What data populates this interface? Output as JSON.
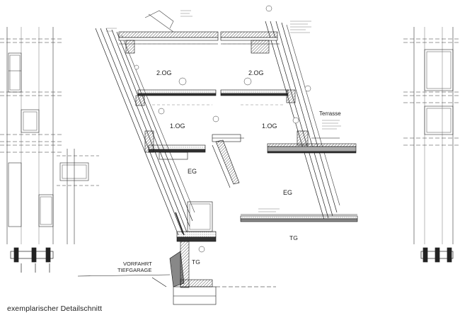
{
  "caption": "exemplarischer Detailschnitt",
  "levels": {
    "og2_left": "2.OG",
    "og2_right": "2.OG",
    "og1_left": "1.OG",
    "og1_right": "1.OG",
    "eg_left": "EG",
    "eg_right": "EG",
    "tg_right": "TG",
    "tg_lower": "TG"
  },
  "labels": {
    "terrasse": "Terrasse",
    "vorfahrt": "VORFAHRT",
    "tiefgarage": "TIEFGARAGE"
  }
}
